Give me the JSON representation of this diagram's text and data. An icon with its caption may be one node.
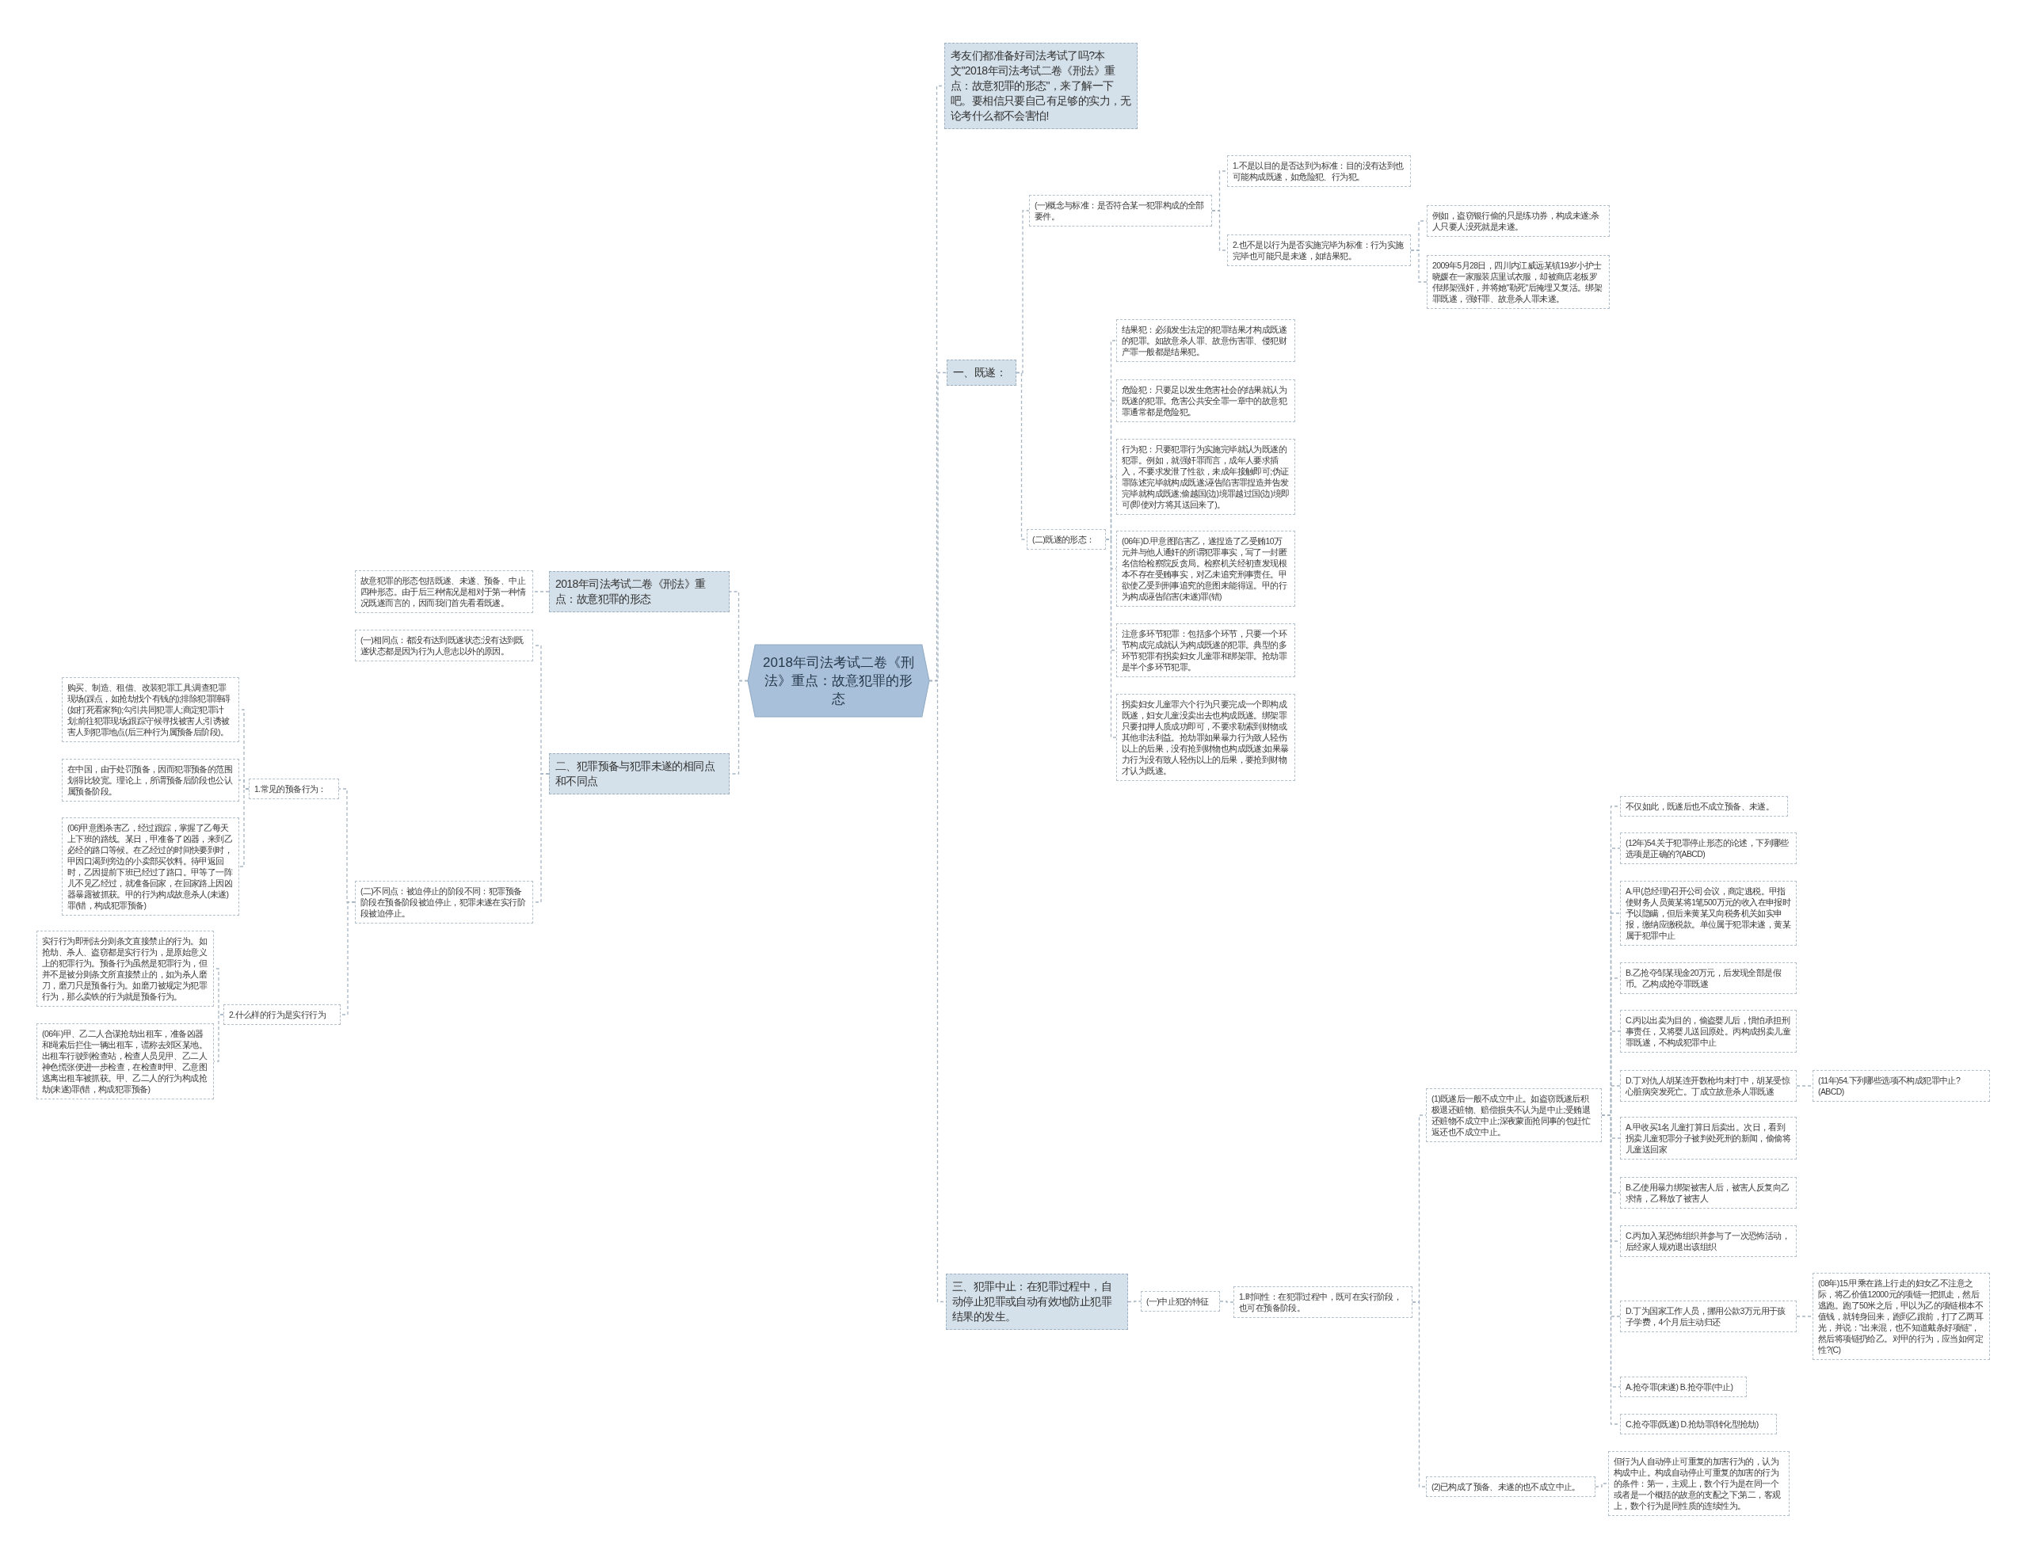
{
  "diagram": {
    "nodes": [
      {
        "text": [
          "2018年司法考试二卷《刑法》重点：故意犯罪的形态"
        ]
      },
      {
        "text": [
          "考友们都准备好司法考试了吗?本文\"2018年司法考试二卷《刑法》重点：故意犯罪的形态\"，来了解一下吧。要相信只要自己有足够的实力，无论考什么都不会害怕!"
        ]
      },
      {
        "text": [
          "一、既遂："
        ]
      },
      {
        "text": [
          "(一)概念与标准：是否符合某一犯罪构成的全部要件。"
        ]
      },
      {
        "text": [
          "1.不是以目的是否达到为标准：目的没有达到也可能构成既遂，如危险犯、行为犯。"
        ]
      },
      {
        "text": [
          "2.也不是以行为是否实施完毕为标准：行为实施完毕也可能只是未遂，如结果犯。"
        ]
      },
      {
        "text": [
          "例如，盗窃银行偷的只是练功券，构成未遂;杀人只要人没死就是未遂。"
        ]
      },
      {
        "text": [
          "2009年5月28日，四川内江威远某镇19岁小护士晓媛在一家服装店里试衣服，却被商店老板罗伟绑架强奸，并将她\"勒死\"后掩埋又复活。绑架罪既遂，强奸罪、故意杀人罪未遂。"
        ]
      },
      {
        "text": [
          "(二)既遂的形态："
        ]
      },
      {
        "text": [
          "结果犯：必须发生法定的犯罪结果才构成既遂的犯罪。如故意杀人罪、故意伤害罪、侵犯财产罪一般都是结果犯。"
        ]
      },
      {
        "text": [
          "危险犯：只要足以发生危害社会的结果就认为既遂的犯罪。危害公共安全罪一章中的故意犯罪通常都是危险犯。"
        ]
      },
      {
        "text": [
          "行为犯：只要犯罪行为实施完毕就认为既遂的犯罪。例如，就强奸罪而言，成年人要求插入，不要求发泄了性欲，未成年接触即可;伪证罪陈述完毕就构成既遂;诬告陷害罪捏造并告发完毕就构成既遂;偷越国(边)境罪越过国(边)境即可(即使对方将其送回来了)。"
        ]
      },
      {
        "text": [
          "(06年)D.甲意图陷害乙，遂捏造了乙受贿10万元并与他人通奸的所谓犯罪事实，写了一封匿名信给检察院反贪局。检察机关经初查发现根本不存在受贿事实，对乙未追究刑事责任。甲欲使乙受到刑事追究的意图未能得逞。甲的行为构成诬告陷害(未遂)罪(错)"
        ]
      },
      {
        "text": [
          "注意多环节犯罪：包括多个环节，只要一个环节构成完成就认为构成既遂的犯罪。典型的多环节犯罪有拐卖妇女儿童罪和绑架罪。抢劫罪是半个多环节犯罪。"
        ]
      },
      {
        "text": [
          "拐卖妇女儿童罪六个行为只要完成一个即构成既遂，妇女儿童没卖出去也构成既遂。绑架罪只要扣押人质成功即可，不要求勒索到财物或其他非法利益。抢劫罪如果暴力行为致人轻伤以上的后果，没有抢到财物也构成既遂;如果暴力行为没有致人轻伤以上的后果，要抢到财物才认为既遂。"
        ]
      },
      {
        "text": [
          "三、犯罪中止：在犯罪过程中，自动停止犯罪或自动有效地防止犯罪结果的发生。"
        ]
      },
      {
        "text": [
          "(一)中止犯的特征"
        ]
      },
      {
        "text": [
          "1.时间性：在犯罪过程中，既可在实行阶段，也可在预备阶段。"
        ]
      },
      {
        "text": [
          "(1)既遂后一般不成立中止。如盗窃既遂后积极退还赃物、赔偿损失不认为是中止;受贿退还赃物不成立中止;深夜蒙面抢同事的包赶忙返还也不成立中止。"
        ]
      },
      {
        "text": [
          "不仅如此，既遂后也不成立预备、未遂。"
        ]
      },
      {
        "text": [
          "(12年)54.关于犯罪停止形态的论述，下列哪些选项是正确的?(ABCD)"
        ]
      },
      {
        "text": [
          "A.甲(总经理)召开公司会议，商定逃税。甲指使财务人员黄某将1笔500万元的收入在申报时予以隐瞒，但后来黄某又向税务机关如实申报，缴纳应缴税款。单位属于犯罪未遂，黄某属于犯罪中止"
        ]
      },
      {
        "text": [
          "B.乙抢夺邹某现金20万元，后发现全部是假币。乙构成抢夺罪既遂"
        ]
      },
      {
        "text": [
          "C.丙以出卖为目的，偷盗婴儿后，惧怕承担刑事责任，又将婴儿送回原处。丙构成拐卖儿童罪既遂，不构成犯罪中止"
        ]
      },
      {
        "text": [
          "D.丁对仇人胡某连开数枪均未打中，胡某受惊心脏病突发死亡。丁成立故意杀人罪既遂"
        ]
      },
      {
        "text": [
          "(11年)54.下列哪些选项不构成犯罪中止?(ABCD)"
        ]
      },
      {
        "text": [
          "A.甲收买1名儿童打算日后卖出。次日，看到拐卖儿童犯罪分子被判处死刑的新闻，偷偷将儿童送回家"
        ]
      },
      {
        "text": [
          "B.乙使用暴力绑架被害人后，被害人反复向乙求情，乙释放了被害人"
        ]
      },
      {
        "text": [
          "C.丙加入某恐怖组织并参与了一次恐怖活动，后经家人规劝退出该组织"
        ]
      },
      {
        "text": [
          "D.丁为国家工作人员，挪用公款3万元用于孩子学费，4个月后主动归还"
        ]
      },
      {
        "text": [
          "(08年)15.甲乘在路上行走的妇女乙不注意之际，将乙价值12000元的项链一把抓走，然后逃跑。跑了50米之后，甲以为乙的项链根本不值钱，就转身回来，跑到乙跟前，打了乙两耳光，并说：\"出来混，也不知道戴条好项链\"，然后将项链扔给乙。对甲的行为，应当如何定性?(C)"
        ]
      },
      {
        "text": [
          "A.抢夺罪(未遂) B.抢夺罪(中止)"
        ]
      },
      {
        "text": [
          "C.抢夺罪(既遂) D.抢劫罪(转化型抢劫)"
        ]
      },
      {
        "text": [
          "(2)已构成了预备、未遂的也不成立中止。"
        ]
      },
      {
        "text": [
          "但行为人自动停止可重复的加害行为的，认为构成中止。构成自动停止可重复的加害的行为的条件：第一，主观上，数个行为是在同一个或者是一个概括的故意的支配之下;第二，客观上，数个行为是同性质的连续性为。"
        ]
      },
      {
        "text": [
          "2018年司法考试二卷《刑法》重点：故意犯罪的形态"
        ]
      },
      {
        "text": [
          "故意犯罪的形态包括既遂、未遂、预备、中止四种形态。由于后三种情况是相对于第一种情况既遂而言的，因而我们首先看看既遂。"
        ]
      },
      {
        "text": [
          "二、犯罪预备与犯罪未遂的相同点和不同点"
        ]
      },
      {
        "text": [
          "(一)相同点：都没有达到既遂状态;没有达到既遂状态都是因为行为人意志以外的原因。"
        ]
      },
      {
        "text": [
          "(二)不同点：被迫停止的阶段不同：犯罪预备阶段在预备阶段被迫停止，犯罪未遂在实行阶段被迫停止。"
        ]
      },
      {
        "text": [
          "1.常见的预备行为："
        ]
      },
      {
        "text": [
          "购买、制造、租借、改装犯罪工具;调查犯罪现场(踩点，如抢劫找个有钱的);排除犯罪障碍(如打死看家狗);勾引共同犯罪人;商定犯罪计划;前往犯罪现场;跟踪守候寻找被害人;引诱被害人到犯罪地点(后三种行为属预备后阶段)。"
        ]
      },
      {
        "text": [
          "在中国，由于处罚预备，因而犯罪预备的范围划得比较宽。理论上，所谓预备后阶段也公认属预备阶段。"
        ]
      },
      {
        "text": [
          "(06)甲意图杀害乙，经过跟踪，掌握了乙每天上下班的路线。某日，甲准备了凶器，来到乙必经的路口等候。在乙经过的时间快要到时，甲因口渴到旁边的小卖部买饮料。待甲返回时，乙因提前下班已经过了路口。甲等了一阵儿不见乙经过，就准备回家，在回家路上因凶器暴露被抓获。甲的行为构成故意杀人(未遂)罪(错，构成犯罪预备)"
        ]
      },
      {
        "text": [
          "2.什么样的行为是实行行为"
        ]
      },
      {
        "text": [
          "实行行为即刑法分则条文直接禁止的行为。如抢劫、杀人、盗窃都是实行行为，是原始意义上的犯罪行为。预备行为虽然是犯罪行为，但并不是被分则条文所直接禁止的，如为杀人磨刀，磨刀只是预备行为。如磨刀被规定为犯罪行为，那么卖铁的行为就是预备行为。"
        ]
      },
      {
        "text": [
          "(06年)甲、乙二人合谋抢劫出租车，准备凶器和绳索后拦住一辆出租车，谎称去郊区某地。出租车行驶到检查站，检查人员见甲、乙二人神色慌张便进一步检查，在检查时甲、乙意图逃离出租车被抓获。甲、乙二人的行为构成抢劫(未遂)罪(错，构成犯罪预备)"
        ]
      }
    ],
    "edges": [
      {
        "from": 0,
        "to": 1,
        "arrow": "none"
      },
      {
        "from": 0,
        "to": 2,
        "arrow": "none"
      },
      {
        "from": 2,
        "to": 3,
        "arrow": "none"
      },
      {
        "from": 3,
        "to": 4,
        "arrow": "none"
      },
      {
        "from": 3,
        "to": 5,
        "arrow": "none"
      },
      {
        "from": 5,
        "to": 6,
        "arrow": "none"
      },
      {
        "from": 5,
        "to": 7,
        "arrow": "none"
      },
      {
        "from": 2,
        "to": 8,
        "arrow": "none"
      },
      {
        "from": 8,
        "to": 9,
        "arrow": "none"
      },
      {
        "from": 8,
        "to": 10,
        "arrow": "none"
      },
      {
        "from": 8,
        "to": 11,
        "arrow": "none"
      },
      {
        "from": 8,
        "to": 12,
        "arrow": "none"
      },
      {
        "from": 8,
        "to": 13,
        "arrow": "none"
      },
      {
        "from": 8,
        "to": 14,
        "arrow": "none"
      },
      {
        "from": 0,
        "to": 15,
        "arrow": "none"
      },
      {
        "from": 15,
        "to": 16,
        "arrow": "none"
      },
      {
        "from": 16,
        "to": 17,
        "arrow": "none"
      },
      {
        "from": 17,
        "to": 18,
        "arrow": "none"
      },
      {
        "from": 18,
        "to": 19,
        "arrow": "none"
      },
      {
        "from": 18,
        "to": 20,
        "arrow": "none"
      },
      {
        "from": 18,
        "to": 21,
        "arrow": "none"
      },
      {
        "from": 18,
        "to": 22,
        "arrow": "none"
      },
      {
        "from": 18,
        "to": 23,
        "arrow": "none"
      },
      {
        "from": 18,
        "to": 24,
        "arrow": "none"
      },
      {
        "from": 24,
        "to": 25,
        "arrow": "none"
      },
      {
        "from": 18,
        "to": 26,
        "arrow": "none"
      },
      {
        "from": 18,
        "to": 27,
        "arrow": "none"
      },
      {
        "from": 18,
        "to": 28,
        "arrow": "none"
      },
      {
        "from": 18,
        "to": 29,
        "arrow": "none"
      },
      {
        "from": 29,
        "to": 30,
        "arrow": "none"
      },
      {
        "from": 18,
        "to": 31,
        "arrow": "none"
      },
      {
        "from": 18,
        "to": 32,
        "arrow": "none"
      },
      {
        "from": 17,
        "to": 33,
        "arrow": "none"
      },
      {
        "from": 33,
        "to": 34,
        "arrow": "none"
      },
      {
        "from": 0,
        "to": 35,
        "arrow": "none"
      },
      {
        "from": 35,
        "to": 36,
        "arrow": "none"
      },
      {
        "from": 0,
        "to": 37,
        "arrow": "none"
      },
      {
        "from": 37,
        "to": 38,
        "arrow": "none"
      },
      {
        "from": 37,
        "to": 39,
        "arrow": "none"
      },
      {
        "from": 39,
        "to": 40,
        "arrow": "none"
      },
      {
        "from": 40,
        "to": 41,
        "arrow": "none"
      },
      {
        "from": 40,
        "to": 42,
        "arrow": "none"
      },
      {
        "from": 40,
        "to": 43,
        "arrow": "none"
      },
      {
        "from": 39,
        "to": 44,
        "arrow": "none"
      },
      {
        "from": 44,
        "to": 45,
        "arrow": "none"
      },
      {
        "from": 44,
        "to": 46,
        "arrow": "none"
      }
    ]
  }
}
